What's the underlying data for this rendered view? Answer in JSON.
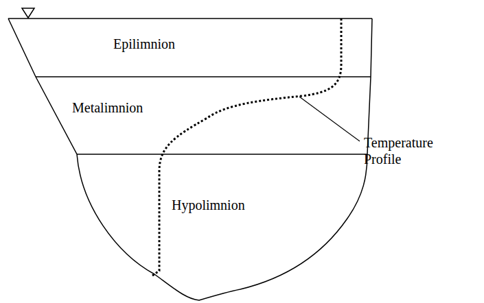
{
  "diagram": {
    "labels": [
      "Epilimnion",
      "Metalimnion",
      "Hypolimnion",
      "Temperature Profile"
    ]
  }
}
